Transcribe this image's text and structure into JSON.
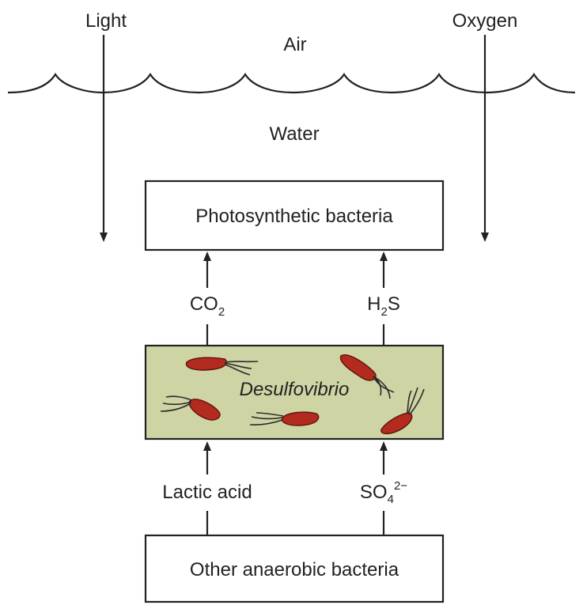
{
  "labels": {
    "light": "Light",
    "air": "Air",
    "oxygen": "Oxygen",
    "water": "Water",
    "desulfovibrio": "Desulfovibrio",
    "lactic_acid": "Lactic acid"
  },
  "boxes": {
    "photosynthetic": "Photosynthetic bacteria",
    "other_anaerobic": "Other anaerobic bacteria"
  },
  "formulas": {
    "co2": {
      "base": "CO",
      "sub": "2"
    },
    "h2s": {
      "base": "H",
      "sub": "2",
      "tail": "S"
    },
    "so4": {
      "base": "SO",
      "sub": "4",
      "sup": "2−"
    }
  },
  "colors": {
    "line": "#222222",
    "box_fill": "#ffffff",
    "culture_fill": "#cfd4a5",
    "bacterium": "#b32a1e",
    "bacterium_edge": "#5e1410",
    "flagella": "#2a2a2a"
  }
}
